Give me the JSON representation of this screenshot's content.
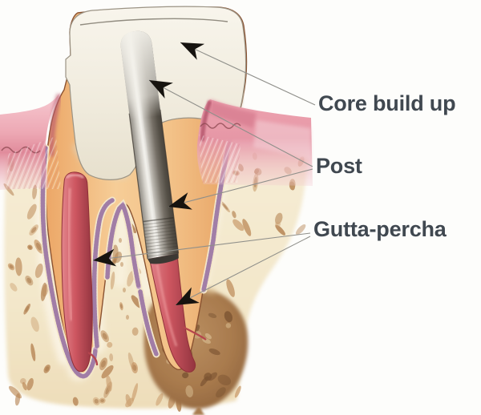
{
  "figure": {
    "labels": {
      "core_build_up": "Core build up",
      "post": "Post",
      "gutta_percha": "Gutta-percha"
    },
    "colors": {
      "label_text": "#404850",
      "leader_line": "#8f8f8a",
      "arrowhead": "#16130f",
      "crown_core_cream": "#f1ece0",
      "post_metal_gray": "#8e8a82",
      "gutta_percha_red": "#c9545d",
      "dentin_orange": "#efb179",
      "gum_pink": "#e795a3",
      "bone_tan": "#f3e8cd",
      "bone_spot_brown": "#c79c6d",
      "pdl_purple": "#c3a0c6",
      "lesion_brown": "#a3774c"
    }
  }
}
